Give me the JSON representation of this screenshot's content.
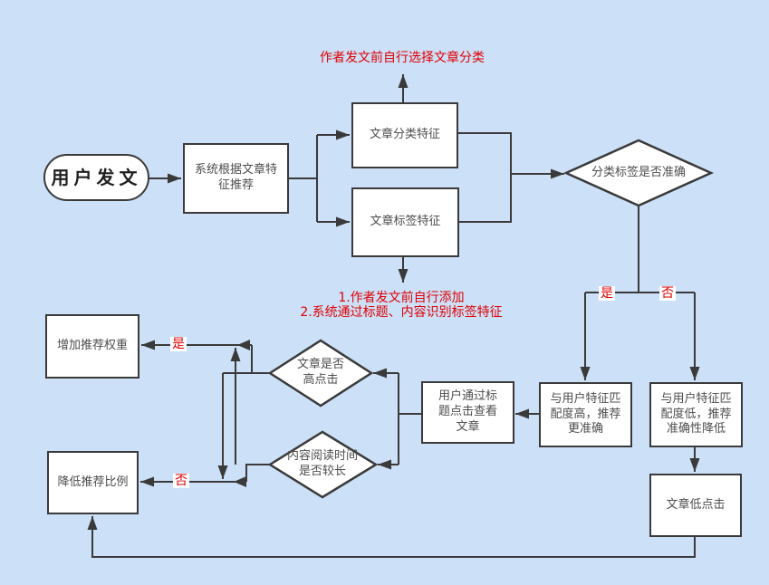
{
  "canvas": {
    "bg_color": "#cce0f8",
    "line_color": "#3a3a3a",
    "accent_red": "#e10000"
  },
  "nodes": {
    "start": {
      "label": "用户发文"
    },
    "recommend": {
      "label": "系统根据文章特征推荐"
    },
    "category_feature": {
      "label": "文章分类特征"
    },
    "tag_feature": {
      "label": "文章标签特征"
    },
    "accuracy_decision": {
      "label": "分类标签是否准确"
    },
    "match_high": {
      "label": "与用户特征匹配度高，推荐更准确"
    },
    "match_low": {
      "label": "与用户特征匹配度低，推荐准确性降低"
    },
    "click_view": {
      "label": "用户通过标题点击查看文章"
    },
    "high_click_decision": {
      "label": "文章是否高点击"
    },
    "read_time_decision": {
      "label": "内容阅读时间是否较长"
    },
    "increase_weight": {
      "label": "增加推荐权重"
    },
    "decrease_ratio": {
      "label": "降低推荐比例"
    },
    "low_click": {
      "label": "文章低点击"
    }
  },
  "annotations": {
    "top_note": "作者发文前自行选择文章分类",
    "mid_note_line1": "1.作者发文前自行添加",
    "mid_note_line2": "2.系统通过标题、内容识别标签特征"
  },
  "edge_labels": {
    "accuracy_yes": "是",
    "accuracy_no": "否",
    "engage_yes": "是",
    "engage_no": "否"
  }
}
